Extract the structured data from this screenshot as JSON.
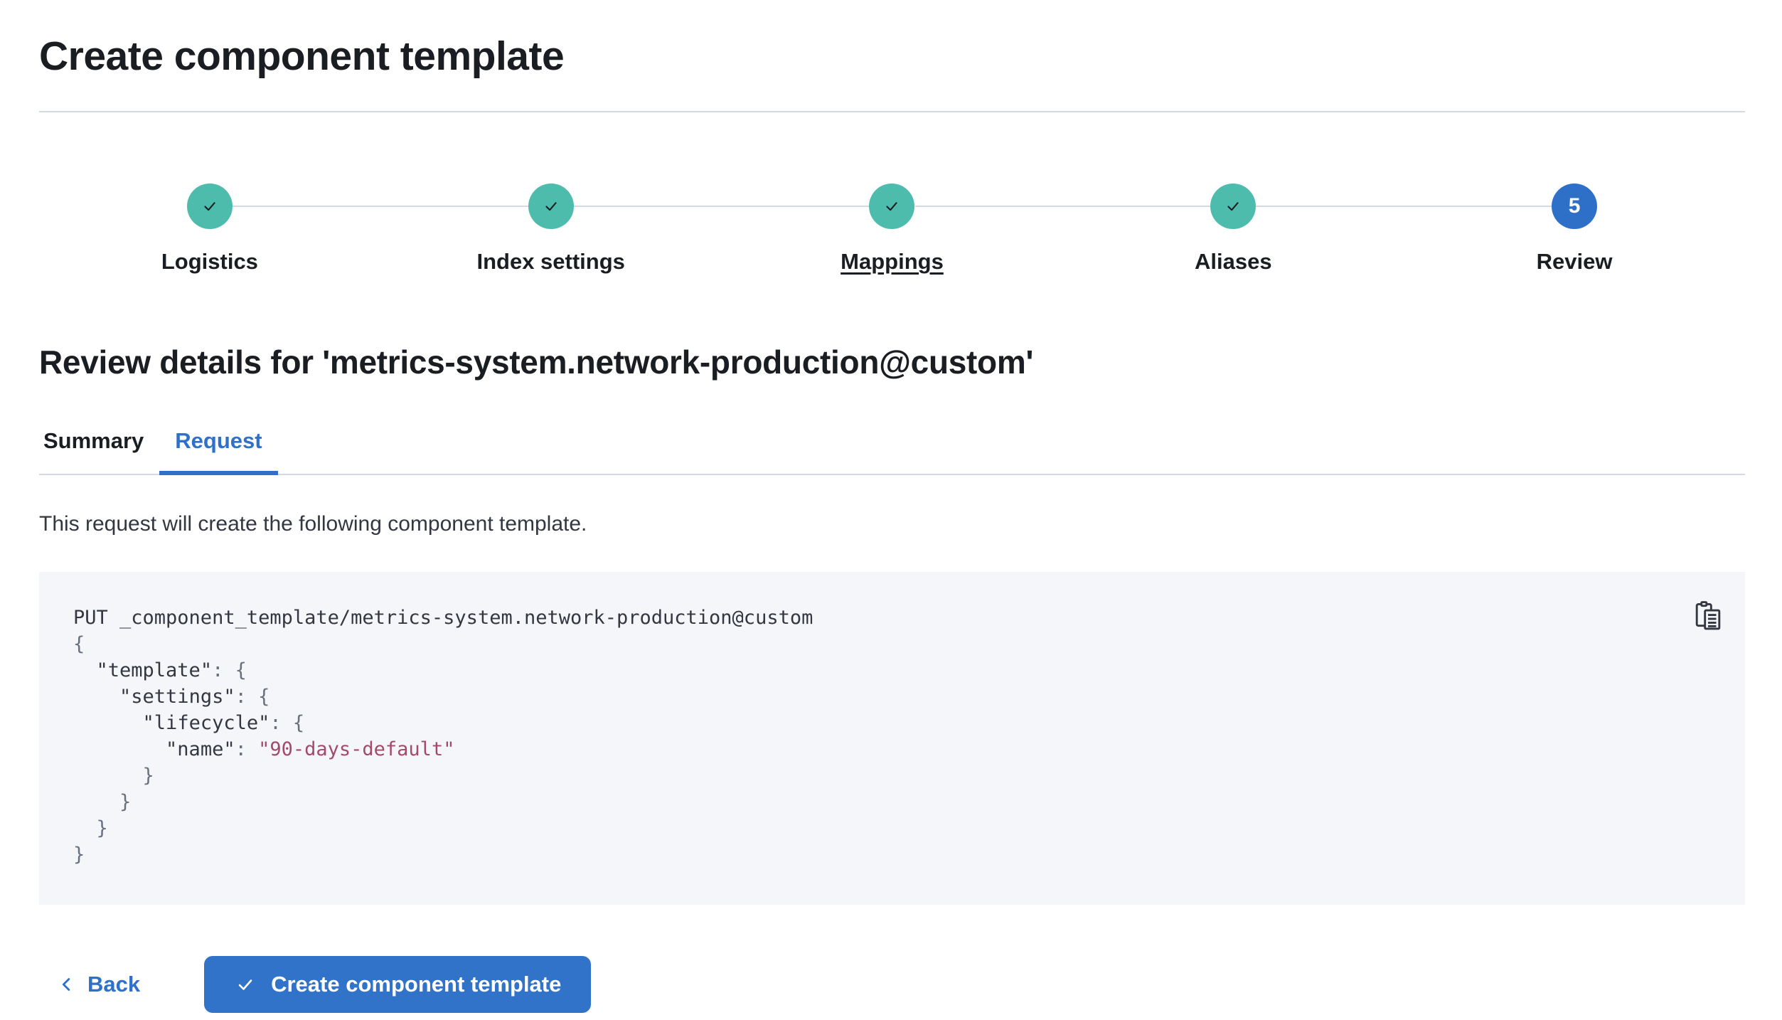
{
  "header": {
    "title": "Create component template"
  },
  "stepper": {
    "steps": [
      {
        "label": "Logistics",
        "status": "complete"
      },
      {
        "label": "Index settings",
        "status": "complete"
      },
      {
        "label": "Mappings",
        "status": "complete",
        "underlined": true
      },
      {
        "label": "Aliases",
        "status": "complete"
      },
      {
        "label": "Review",
        "status": "current",
        "number": "5"
      }
    ]
  },
  "review": {
    "heading": "Review details for 'metrics-system.network-production@custom'",
    "tabs": [
      {
        "label": "Summary",
        "active": false
      },
      {
        "label": "Request",
        "active": true
      }
    ],
    "description": "This request will create the following component template."
  },
  "code_block": {
    "copy_icon": "copy-clipboard-icon",
    "lines": [
      [
        {
          "type": "plain",
          "text": "PUT _component_template/metrics-system.network-production@custom"
        }
      ],
      [
        {
          "type": "punct",
          "text": "{"
        }
      ],
      [
        {
          "type": "plain",
          "text": "  "
        },
        {
          "type": "key",
          "text": "\"template\""
        },
        {
          "type": "punct",
          "text": ": {"
        }
      ],
      [
        {
          "type": "plain",
          "text": "    "
        },
        {
          "type": "key",
          "text": "\"settings\""
        },
        {
          "type": "punct",
          "text": ": {"
        }
      ],
      [
        {
          "type": "plain",
          "text": "      "
        },
        {
          "type": "key",
          "text": "\"lifecycle\""
        },
        {
          "type": "punct",
          "text": ": {"
        }
      ],
      [
        {
          "type": "plain",
          "text": "        "
        },
        {
          "type": "key",
          "text": "\"name\""
        },
        {
          "type": "punct",
          "text": ": "
        },
        {
          "type": "string",
          "text": "\"90-days-default\""
        }
      ],
      [
        {
          "type": "punct",
          "text": "      }"
        }
      ],
      [
        {
          "type": "punct",
          "text": "    }"
        }
      ],
      [
        {
          "type": "punct",
          "text": "  }"
        }
      ],
      [
        {
          "type": "punct",
          "text": "}"
        }
      ]
    ]
  },
  "footer": {
    "back_label": "Back",
    "submit_label": "Create component template"
  },
  "colors": {
    "accent_blue": "#2F70C9",
    "button_blue": "#3173C9",
    "success_teal": "#4DBCAC",
    "divider": "#D3DAE6",
    "code_background": "#F5F6FA",
    "code_string": "#A34A68",
    "text": "#343741",
    "heading_text": "#1a1d21"
  }
}
